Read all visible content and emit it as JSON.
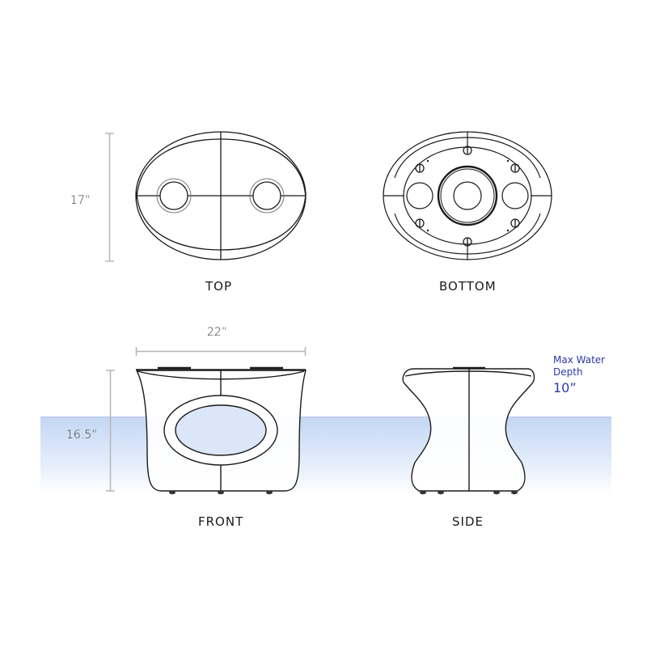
{
  "views": {
    "top": {
      "label": "TOP"
    },
    "bottom": {
      "label": "BOTTOM"
    },
    "front": {
      "label": "FRONT"
    },
    "side": {
      "label": "SIDE"
    }
  },
  "dimensions": {
    "depth": "17”",
    "width": "22”",
    "height": "16.5”"
  },
  "water": {
    "label_line1": "Max Water",
    "label_line2": "Depth",
    "value": "10”",
    "top_color": "#c4d6f4",
    "label_color": "#2a3aa8"
  }
}
